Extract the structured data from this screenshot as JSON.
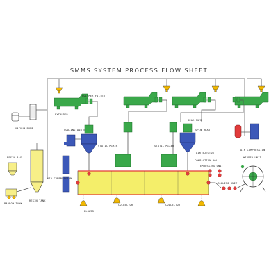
{
  "title": "SMMS SYSTEM PROCESS FLOW SHEET",
  "labels": {
    "polymer_filter": "POLYMER FILTER",
    "extruder": "EXTRUDER",
    "vacuum_pump": "VACUUM PUMP",
    "cooling_air_equip": "COOLING AIR EQUIP",
    "resin_bag": "RESIN BAG",
    "resin_tank": "RESIN TANK",
    "barrow_tank": "BARROW TANK",
    "air_compression_left": "AIR COMPRESSION",
    "static_mixer_1": "STATIC MIXER",
    "static_mixer_2": "STATIC MIXER",
    "gear_pump": "GEAR PUMP",
    "spin_head": "SPIN HEAD",
    "air_ejector": "AIR EJECTOR",
    "compaction_roll": "COMPACTION ROLL",
    "embossing_unit": "EMBOSSING UNIT",
    "cooling_unit": "COOLING UNIT",
    "winder_unit": "WINDER UNIT",
    "air_compression_right": "AIR COMPRESSION",
    "blower": "BLOWER",
    "collector_1": "COLLECTOR",
    "collector_2": "COLLECTOR"
  },
  "colors": {
    "extruder": "#3aa84a",
    "hopper": "#f2b800",
    "conveyor": "#f4ee6a",
    "tank": "#f7ef88",
    "blue_equip": "#3c58b8",
    "red_equip": "#e23b3b",
    "pipe": "#555555"
  }
}
